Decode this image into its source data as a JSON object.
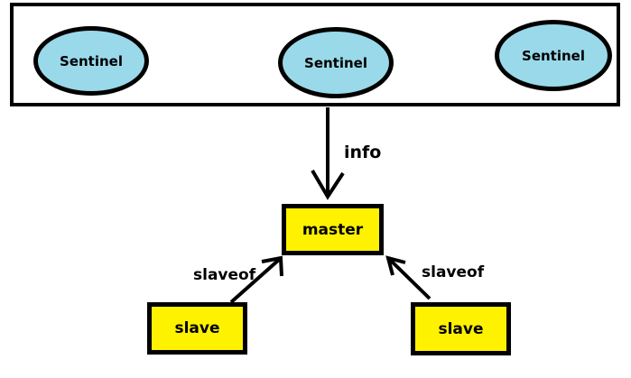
{
  "colors": {
    "background": "#FFFFFF",
    "sentinel_fill": "#99D9EA",
    "node_fill": "#FFF200",
    "stroke": "#000000"
  },
  "sentinel_group": {
    "sentinels": [
      {
        "label": "Sentinel"
      },
      {
        "label": "Sentinel"
      },
      {
        "label": "Sentinel"
      }
    ]
  },
  "nodes": {
    "master": {
      "label": "master"
    },
    "slave_left": {
      "label": "slave"
    },
    "slave_right": {
      "label": "slave"
    }
  },
  "edges": {
    "info": {
      "label": "info",
      "from": "sentinel-middle",
      "to": "master"
    },
    "slaveof_left": {
      "label": "slaveof",
      "from": "slave-left",
      "to": "master"
    },
    "slaveof_right": {
      "label": "slaveof",
      "from": "slave-right",
      "to": "master"
    }
  }
}
